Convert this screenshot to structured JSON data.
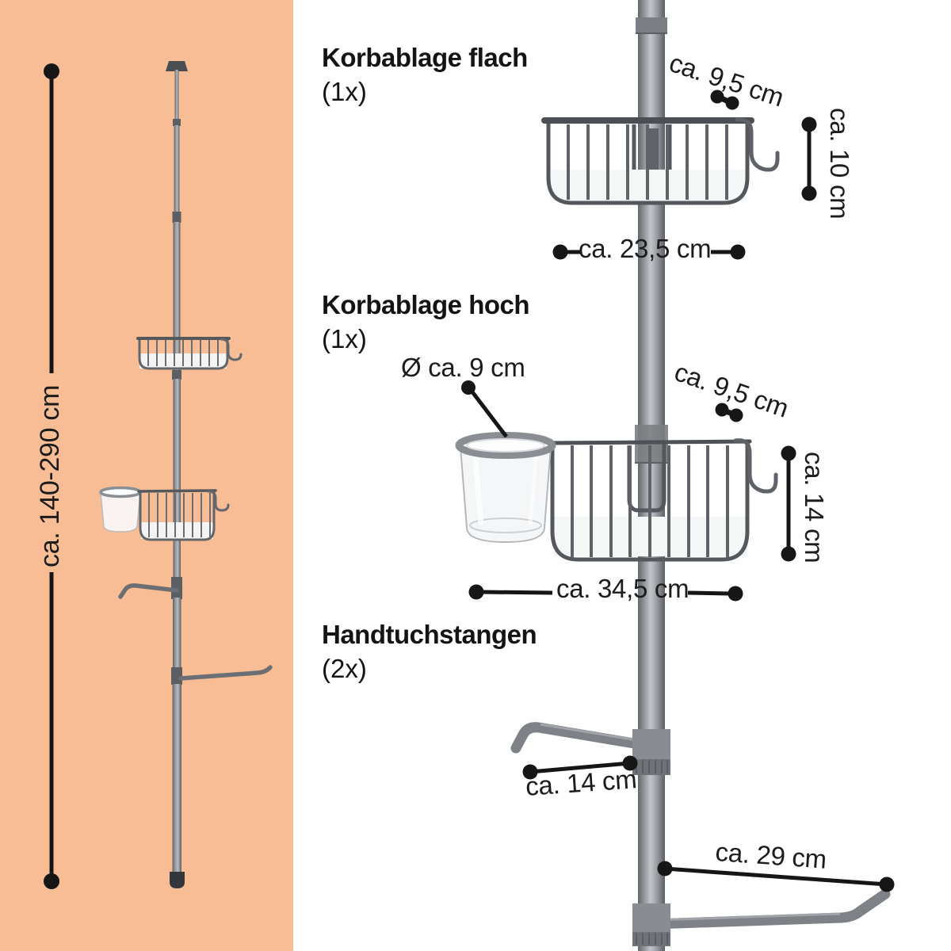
{
  "meta": {
    "accent_panel_color": "#f9bd95",
    "ink_color": "#1c1c1c",
    "metal_color": "#7e8286",
    "dimension_mark_color": "#161616"
  },
  "left_panel": {
    "height_label": "ca. 140-290 cm"
  },
  "sections": {
    "flach": {
      "title": "Korbablage flach",
      "count": "(1x)",
      "dims": {
        "hook_gap": "ca. 9,5 cm",
        "height": "ca. 10 cm",
        "width": "ca. 23,5 cm"
      }
    },
    "hoch": {
      "title": "Korbablage hoch",
      "count": "(1x)",
      "dims": {
        "cup_diameter": "Ø ca. 9 cm",
        "hook_gap": "ca. 9,5 cm",
        "height": "ca. 14 cm",
        "width": "ca. 34,5 cm"
      }
    },
    "stangen": {
      "title": "Handtuchstangen",
      "count": "(2x)",
      "dims": {
        "bar_short": "ca. 14 cm",
        "bar_long": "ca. 29 cm"
      }
    }
  }
}
